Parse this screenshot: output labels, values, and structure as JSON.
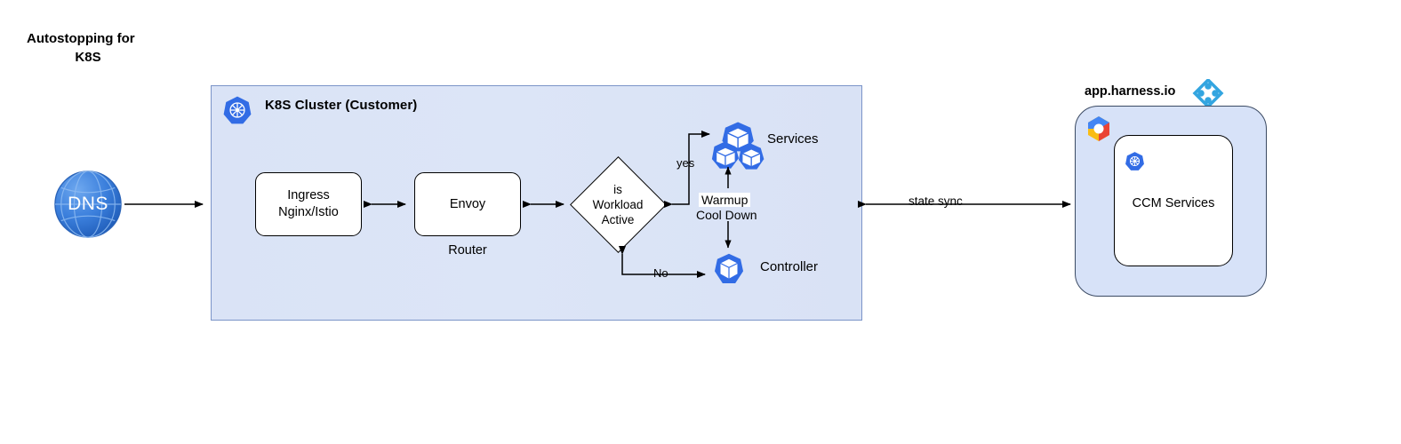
{
  "diagram": {
    "title_line1": "Autostopping for",
    "title_line2": "K8S",
    "background_color": "#ffffff"
  },
  "dns": {
    "label": "DNS",
    "icon": "globe-icon",
    "color": "#2f6fd0"
  },
  "cluster": {
    "title": "K8S Cluster (Customer)",
    "icon": "kubernetes-icon",
    "fill_color": "#dbe4f6",
    "border_color": "#7b94c8",
    "nodes": {
      "ingress": {
        "line1": "Ingress",
        "line2": "Nginx/Istio"
      },
      "envoy": {
        "label": "Envoy",
        "sublabel": "Router"
      },
      "decision": {
        "label": "is\nWorkload\nActive"
      },
      "services": {
        "label": "Services",
        "icon": "kubernetes-pods-icon"
      },
      "controller": {
        "label": "Controller",
        "icon": "kubernetes-pod-icon"
      }
    },
    "edge_labels": {
      "yes": "yes",
      "no": "No",
      "warmup": "Warmup",
      "cooldown": "Cool Down"
    }
  },
  "state_sync": {
    "label": "state sync"
  },
  "harness": {
    "title": "app.harness.io",
    "logo": "harness-logo-icon",
    "cloud_logo": "google-cloud-icon",
    "panel_fill": "#d7e2f8",
    "inner": {
      "label": "CCM Services",
      "icon": "kubernetes-icon"
    }
  }
}
